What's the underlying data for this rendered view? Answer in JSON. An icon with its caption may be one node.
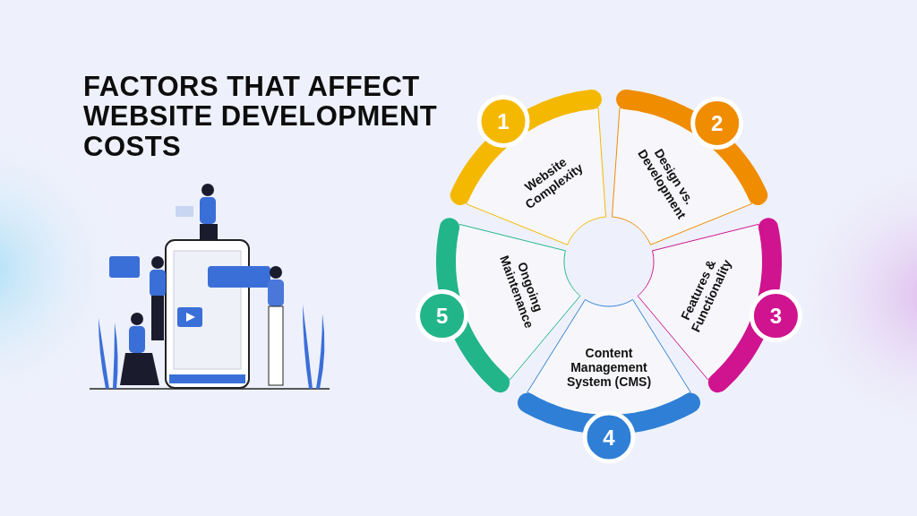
{
  "diagram": {
    "title": "FACTORS THAT AFFECT WEBSITE DEVELOPMENT COSTS",
    "nodes": [
      {
        "text": [
          "Website Complexity"
        ]
      },
      {
        "text": [
          "1"
        ]
      },
      {
        "text": [
          "Design vs. Development"
        ]
      },
      {
        "text": [
          "2"
        ]
      },
      {
        "text": [
          "Features & Functionality"
        ]
      },
      {
        "text": [
          "3"
        ]
      },
      {
        "text": [
          "Content Management System (CMS)"
        ]
      },
      {
        "text": [
          "4"
        ]
      },
      {
        "text": [
          "Ongoing Maintenance"
        ]
      },
      {
        "text": [
          "5"
        ]
      }
    ]
  }
}
